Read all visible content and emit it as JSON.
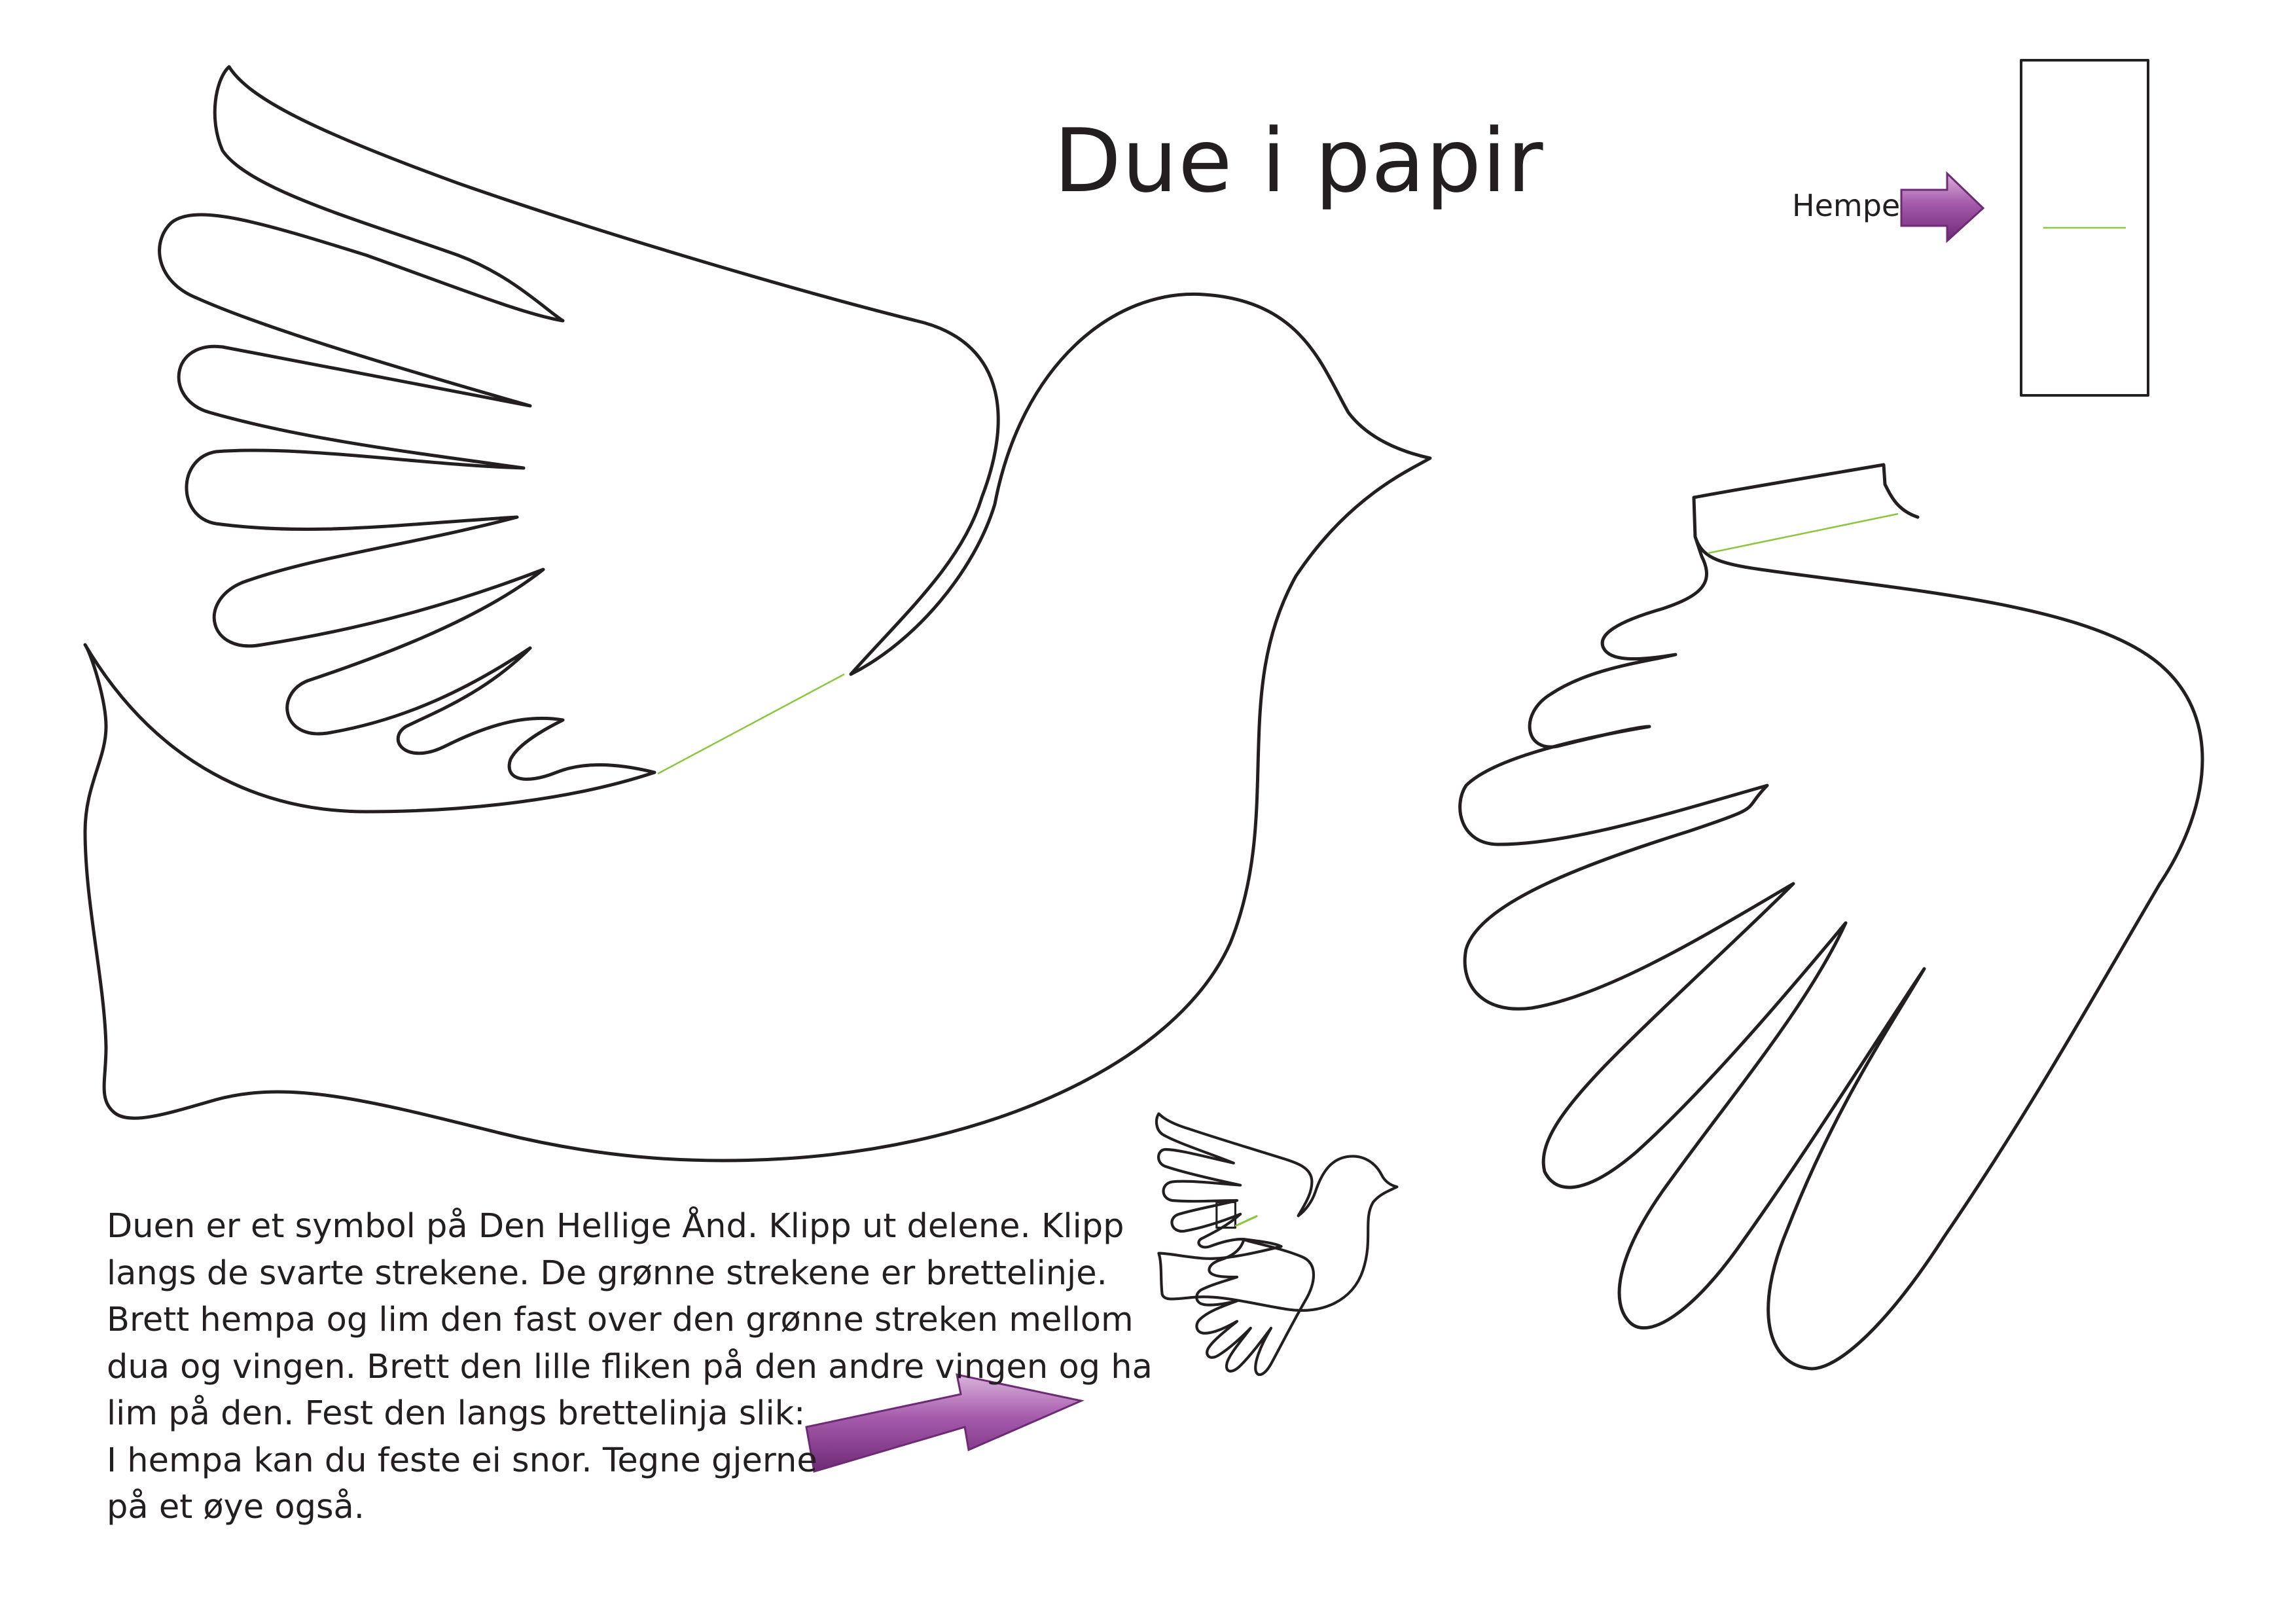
{
  "page": {
    "title": "Due i papir",
    "colors": {
      "cut_line": "#231f20",
      "fold_line": "#8cc63f",
      "arrow_purple": "#8d3b93",
      "arrow_light": "#c497c8"
    }
  },
  "hempe": {
    "label": "Hempe",
    "arrow_icon": "arrow-right-icon"
  },
  "instructions": {
    "lines": [
      "Duen er et symbol på Den Hellige Ånd. Klipp ut delene. Klipp",
      "langs de svarte strekene. De grønne strekene er brettelinje.",
      "Brett hempa og lim den fast over den grønne streken mellom",
      "dua og vingen. Brett den lille fliken på den andre vingen og ha",
      "lim på den. Fest den langs brettelinja slik:",
      "I hempa kan du feste ei snor.  Tegne gjerne",
      "på et øye også."
    ],
    "arrow_icon": "arrow-right-icon"
  }
}
